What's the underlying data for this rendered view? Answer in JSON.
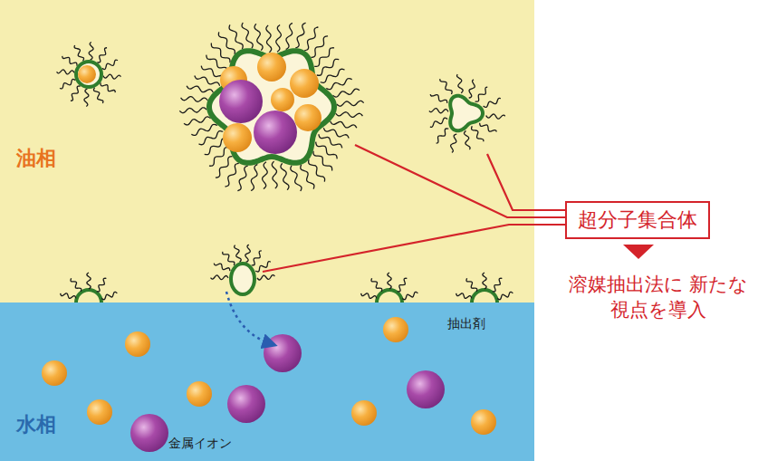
{
  "diagram": {
    "nodes": [
      {
        "text": [
          "超分子集合体"
        ]
      }
    ],
    "labels": [
      "油相",
      "水相",
      "抽出剤",
      "金属イオン",
      "溶媒抽出法に 新たな視点を導入"
    ]
  }
}
